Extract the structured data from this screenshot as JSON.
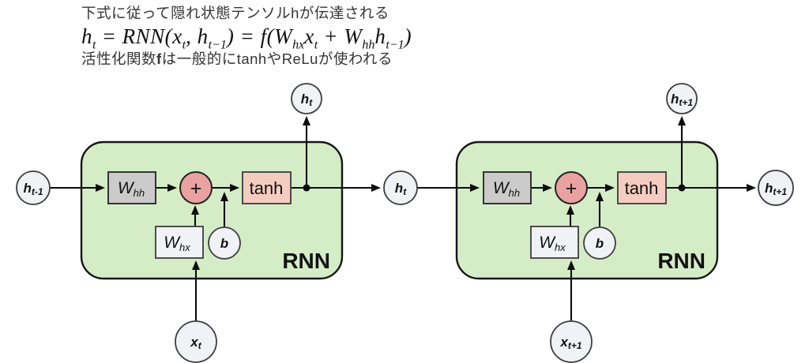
{
  "header": {
    "line1": "下式に従って隠れ状態テンソルhが伝達される",
    "formula": {
      "runs": [
        {
          "b": "h",
          "s": "t"
        },
        {
          "b": " = RNN("
        },
        {
          "b": "x",
          "s": "t"
        },
        {
          "b": ", "
        },
        {
          "b": "h",
          "s": "t−1"
        },
        {
          "b": ") = f("
        },
        {
          "b": "W",
          "s": "hx"
        },
        {
          "b": "x",
          "s": "t"
        },
        {
          "b": " + "
        },
        {
          "b": "W",
          "s": "hh"
        },
        {
          "b": "h",
          "s": "t−1"
        },
        {
          "b": ")"
        }
      ]
    },
    "line3_part1": "活性化関数",
    "line3_bold": "f",
    "line3_part2": "は一般的にtanhやReLuが使われる"
  },
  "cells": [
    {
      "name": "RNN",
      "whh": {
        "base": "W",
        "sub": "hh"
      },
      "whx": {
        "base": "W",
        "sub": "hx"
      },
      "plus": "+",
      "activation": "tanh",
      "bias": "b"
    },
    {
      "name": "RNN",
      "whh": {
        "base": "W",
        "sub": "hh"
      },
      "whx": {
        "base": "W",
        "sub": "hx"
      },
      "plus": "+",
      "activation": "tanh",
      "bias": "b"
    }
  ],
  "nodes": {
    "h_prev": {
      "base": "h",
      "sub": "t-1"
    },
    "h_mid": {
      "base": "h",
      "sub": "t"
    },
    "h_next": {
      "base": "h",
      "sub": "t+1"
    },
    "h_out_left": {
      "base": "h",
      "sub": "t"
    },
    "h_out_right": {
      "base": "h",
      "sub": "t+1"
    },
    "x_left": {
      "base": "x",
      "sub": "t"
    },
    "x_right": {
      "base": "x",
      "sub": "t+1"
    }
  },
  "colors": {
    "cell_fill": "#d5edc7",
    "cell_stroke": "#161616",
    "weight_fill": "#cbcbcb",
    "input_weight_fill": "#f1f2f5",
    "sum_fill": "#e9a2a0",
    "activation_fill": "#f5cdc0",
    "state_node_fill": "#f1f2f5",
    "arrow": "#0c0c0c",
    "background": "#ffffff"
  }
}
